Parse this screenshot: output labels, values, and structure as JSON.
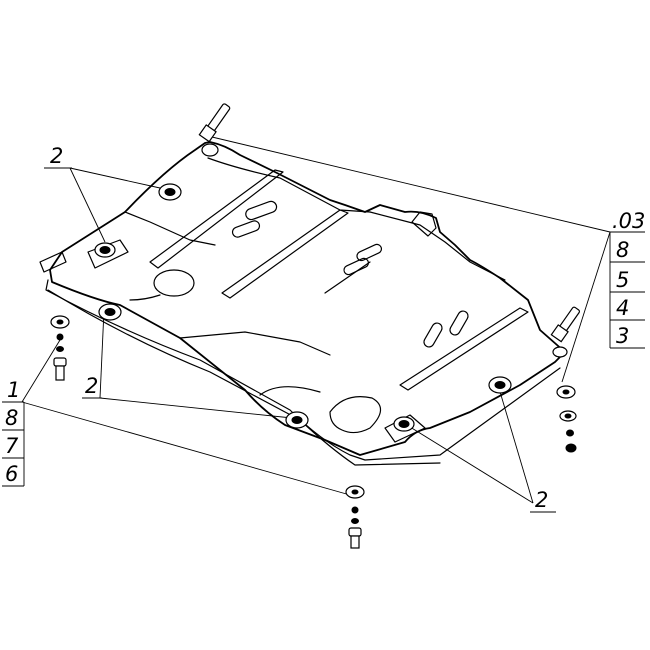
{
  "callouts": {
    "part_top_left": "2",
    "part_mid_left": "2",
    "part_bottom_right": "2",
    "group_right": [
      ".03",
      "8",
      "5",
      "4",
      "3"
    ],
    "group_left": [
      "1",
      "8",
      "7",
      "6"
    ]
  }
}
